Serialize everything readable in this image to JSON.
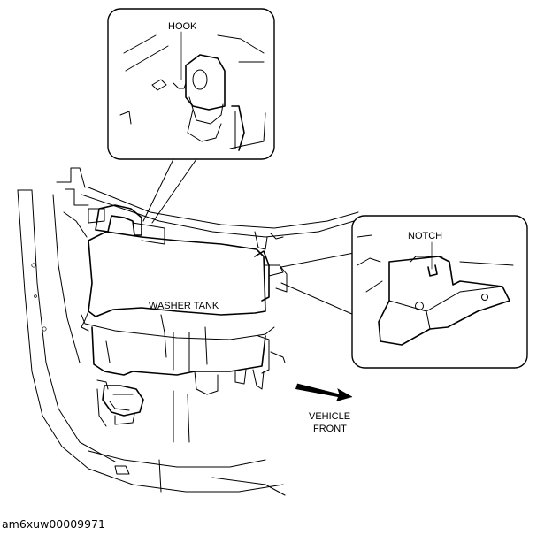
{
  "labels": {
    "hook": "HOOK",
    "notch": "NOTCH",
    "washer_tank": "WASHER TANK",
    "vehicle_front_line1": "VEHICLE",
    "vehicle_front_line2": "FRONT"
  },
  "figure_code": "am6xuw00009971",
  "arrow_color": "#000000"
}
